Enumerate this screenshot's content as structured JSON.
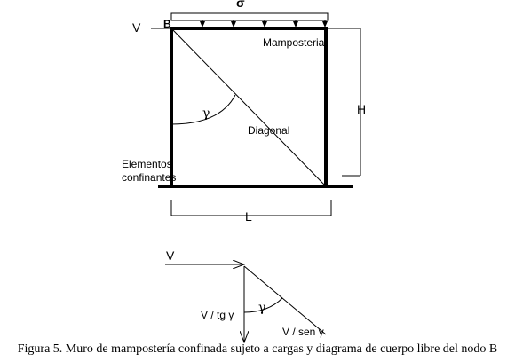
{
  "labels": {
    "sigma": "σ",
    "v_top": "V",
    "node_b": "B",
    "mamposteria": "Mamposteria",
    "h": "H",
    "gamma_wall": "γ",
    "diagonal": "Diagonal",
    "elementos": "Elementos",
    "confinantes": "confinantes",
    "l": "L",
    "v_fbd": "V",
    "v_tg": "V / tg γ",
    "gamma_fbd": "γ",
    "v_sen": "V / sen γ"
  },
  "caption": "Figura 5. Muro de mampostería confinada sujeto a cargas y diagrama de cuerpo libre del nodo B"
}
